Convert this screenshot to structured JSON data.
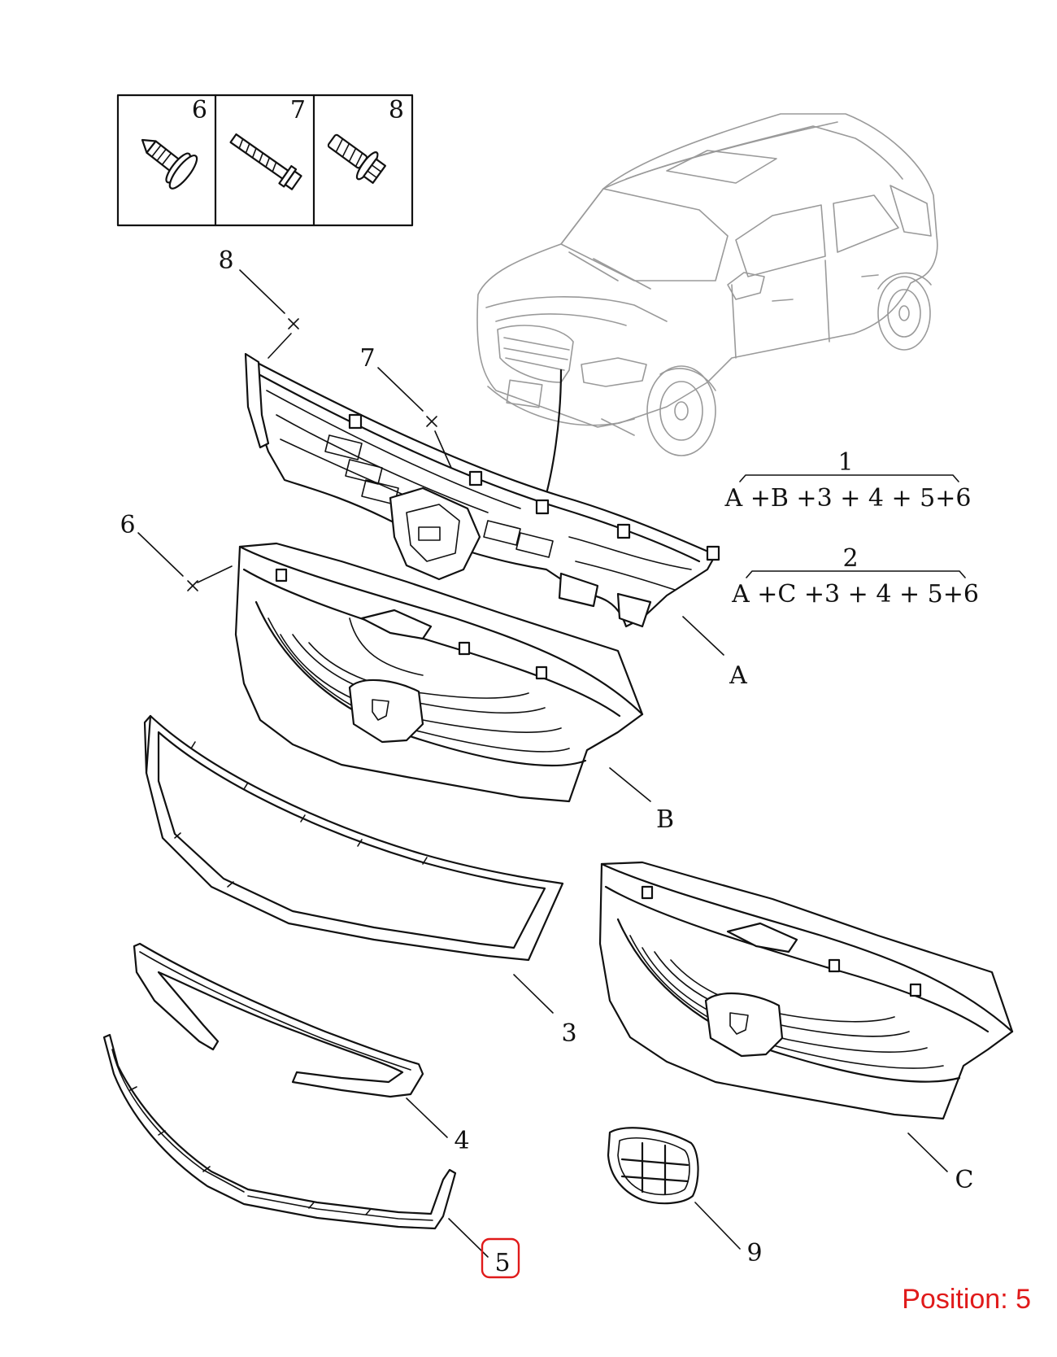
{
  "fasteners_table": {
    "cells": [
      {
        "number": "6",
        "icon": "push-clip-icon"
      },
      {
        "number": "7",
        "icon": "long-screw-icon"
      },
      {
        "number": "8",
        "icon": "flange-bolt-icon"
      }
    ]
  },
  "callouts": {
    "part_8": "8",
    "part_7": "7",
    "part_6": "6",
    "part_A": "A",
    "part_B": "B",
    "part_C": "C",
    "part_3": "3",
    "part_4": "4",
    "part_5": "5",
    "part_9": "9"
  },
  "kits": [
    {
      "number": "1",
      "formula": "A +B +3 + 4 + 5+6"
    },
    {
      "number": "2",
      "formula": "A +C +3 + 4 + 5+6"
    }
  ],
  "highlight": {
    "label": "5",
    "color": "#e01a1a"
  },
  "position_text": "Position: 5",
  "colors": {
    "line": "#111111",
    "car_outline": "#9a9a9a",
    "highlight": "#e01a1a",
    "background": "#ffffff"
  }
}
